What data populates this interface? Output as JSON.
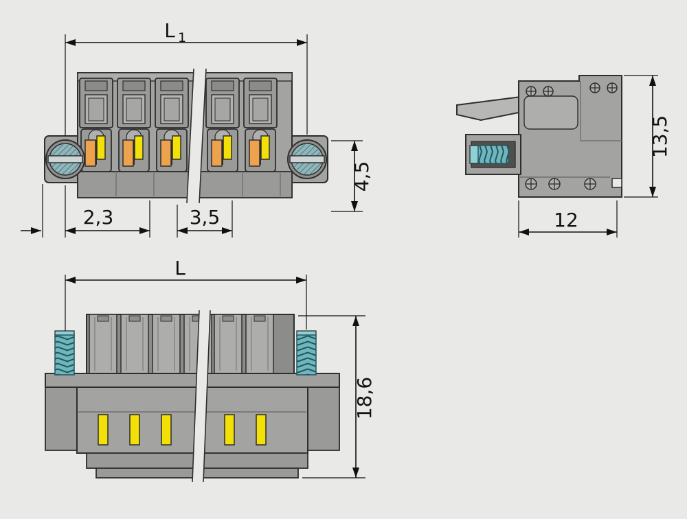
{
  "page": {
    "background": "#e9e9e7"
  },
  "colors": {
    "housing_gray": "#a3a3a1",
    "cam_orange": "#eda24e",
    "contact_yellow": "#f2e006",
    "screw_teal": "#72b7bf"
  },
  "dimensions": {
    "front_view": {
      "overall_length": "L",
      "overall_length_subscript": "1",
      "strip_length": "4,5",
      "edge_pitch": "2,3",
      "pole_pitch": "3,5"
    },
    "side_view": {
      "height": "13,5",
      "depth": "12"
    },
    "bottom_view": {
      "overall_length": "L",
      "total_height": "18,6"
    }
  }
}
